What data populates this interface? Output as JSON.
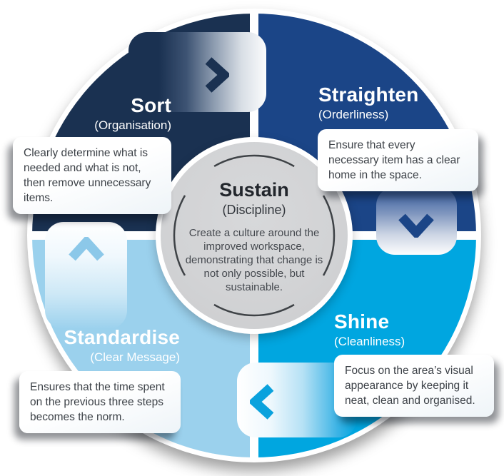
{
  "diagram": {
    "name": "5S cycle diagram"
  },
  "center": {
    "title": "Sustain",
    "subtitle": "(Discipline)",
    "body": "Create a culture around the improved workspace, demonstrating that change is not only possible, but sustainable."
  },
  "quadrants": [
    {
      "id": "sort",
      "title": "Sort",
      "subtitle": "(Organisation)",
      "callout": "Clearly determine what is needed and what is not, then remove unnecessary items.",
      "color": "#1a3151",
      "position": "top-left"
    },
    {
      "id": "straighten",
      "title": "Straighten",
      "subtitle": "(Orderliness)",
      "callout": "Ensure that every necessary item has a clear home in the space.",
      "color": "#1b4587",
      "position": "top-right"
    },
    {
      "id": "shine",
      "title": "Shine",
      "subtitle": "(Cleanliness)",
      "callout": "Focus on the area’s visual appearance by keeping it neat, clean and organised.",
      "color": "#00a6e0",
      "position": "bottom-right"
    },
    {
      "id": "standardise",
      "title": "Standardise",
      "subtitle": "(Clear Message)",
      "callout": "Ensures that the time spent on the previous three steps becomes the norm.",
      "color": "#9bd1ed",
      "position": "bottom-left"
    }
  ],
  "arrows": [
    {
      "name": "sort-to-straighten",
      "direction": "right",
      "color": "#1a3151"
    },
    {
      "name": "straighten-to-shine",
      "direction": "down",
      "color": "#1b4587"
    },
    {
      "name": "shine-to-standardise",
      "direction": "left",
      "color": "#0aa2dd"
    },
    {
      "name": "standardise-to-sort",
      "direction": "up",
      "color": "#8cc8e9"
    }
  ],
  "colors": {
    "background": "#ffffff",
    "center_fill": "#d2d3d5",
    "dashed_ring": "#3e4246",
    "title_text": "#ffffff",
    "callout_text": "#3c4147"
  }
}
